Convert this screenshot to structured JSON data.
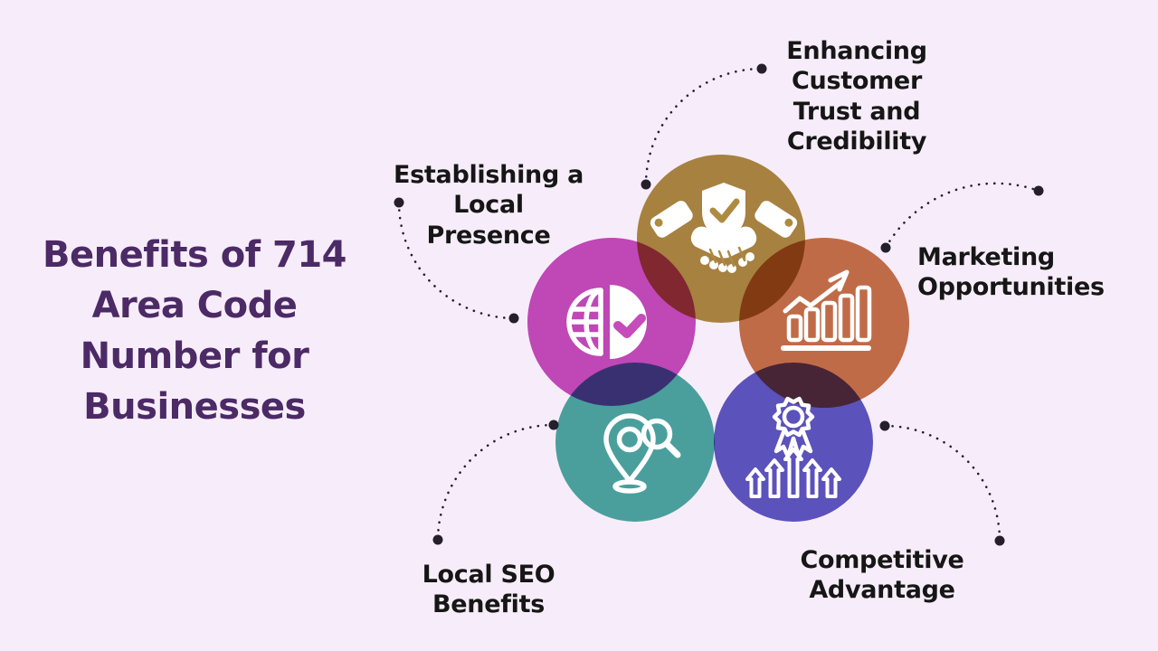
{
  "background": "#f7edfa",
  "connector_color": "#241f2b",
  "label_color": "#161616",
  "title": {
    "text": "Benefits of 714\nArea Code\nNumber for\nBusinesses",
    "color": "#4b2a66"
  },
  "benefits": [
    {
      "id": "customer-trust",
      "label": "Enhancing\nCustomer\nTrust and\nCredibility",
      "color": "#ad8b41",
      "icon": "handshake-shield-check-icon"
    },
    {
      "id": "local-presence",
      "label": "Establishing a\nLocal\nPresence",
      "color": "#c54cba",
      "icon": "globe-check-icon"
    },
    {
      "id": "marketing-opportunities",
      "label": "Marketing\nOpportunities",
      "color": "#c67349",
      "icon": "growth-chart-arrow-icon"
    },
    {
      "id": "local-seo",
      "label": "Local SEO\nBenefits",
      "color": "#4caba0",
      "icon": "location-pin-magnifier-icon"
    },
    {
      "id": "competitive-advantage",
      "label": "Competitive\nAdvantage",
      "color": "#5e58bf",
      "icon": "award-ribbon-arrows-icon"
    }
  ]
}
